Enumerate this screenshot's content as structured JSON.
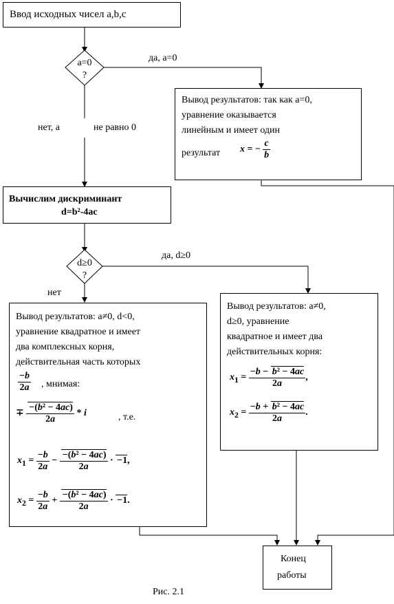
{
  "start_box": {
    "text": "Ввод исходных чисел a,b,c"
  },
  "decision1": {
    "line1": "a=0",
    "line2": "?",
    "yes_label": "да, a=0",
    "no_label_left": "нет, a",
    "no_label_right": "не равно 0"
  },
  "linear_box": {
    "line1": "Вывод результатов: так как a=0,",
    "line2": "уравнение оказывается",
    "line3": "линейным и имеет один",
    "line4": "результат",
    "formula": "x = −c/b"
  },
  "discriminant_box": {
    "line1": "Вычислим дискриминант",
    "line2": "d=b²-4ac"
  },
  "decision2": {
    "line1": "d≥0",
    "line2": "?",
    "yes_label": "да, d≥0",
    "no_label": "нет"
  },
  "complex_box": {
    "line1": "Вывод результатов: a≠0, d<0,",
    "line2": "уравнение квадратное и имеет",
    "line3": "два комплексных корня,",
    "line4": "действительная часть которых",
    "imag_word": ", мнимая:",
    "te": ", т.е.",
    "x1": "x₁ = −b/2a − √(−(b²−4ac))/2a · √−1,",
    "x2": "x₂ = −b/2a + √(−(b²−4ac))/2a · √−1."
  },
  "real_box": {
    "line1": "Вывод результатов: a≠0,",
    "line2": "d≥0, уравнение",
    "line3": "квадратное и имеет два",
    "line4": "действительных корня:",
    "x1": "x₁ = (−b − √(b²−4ac))/2a,",
    "x2": "x₂ = (−b + √(b²−4ac))/2a."
  },
  "end_box": {
    "line1": "Конец",
    "line2": "работы"
  },
  "caption": "Рис. 2.1"
}
